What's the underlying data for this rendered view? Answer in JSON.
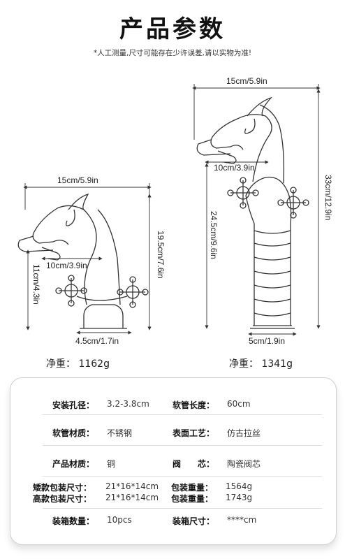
{
  "header": {
    "title": "产品参数",
    "note": "*人工测量,尺寸可能存在少许误差,请以实物为准!"
  },
  "left_faucet": {
    "width_dim": "15cm/5.9in",
    "spout_dim": "10cm/3.9in",
    "height_dim": "19.5cm/7.6in",
    "spout_height_dim": "11cm/4.3in",
    "base_dim": "4.5cm/1.7in",
    "weight_label": "净重：",
    "weight_value": "1162g"
  },
  "right_faucet": {
    "width_dim": "15cm/5.9in",
    "spout_dim": "10cm/3.9in",
    "height_dim": "33cm/12.9in",
    "spout_height_dim": "24.5cm/9.6in",
    "base_dim": "5cm/1.9in",
    "weight_label": "净重：",
    "weight_value": "1341g"
  },
  "specs": [
    {
      "l1": "安装孔径：",
      "v1": "3.2-3.8cm",
      "l2": "软管长度：",
      "v2": "60cm"
    },
    {
      "l1": "软管材质：",
      "v1": "不锈钢",
      "l2": "表面工艺：",
      "v2": "仿古拉丝"
    },
    {
      "l1": "产品材质：",
      "v1": "铜",
      "l2": "阀　　芯：",
      "v2": "陶瓷阀芯"
    },
    {
      "l1": "矮款包装尺寸：",
      "v1": "21*16*14cm",
      "l2": "包装重量：",
      "v2": "1564g",
      "l1b": "高款包装尺寸：",
      "v1b": "21*16*14cm",
      "l2b": "包装重量：",
      "v2b": "1743g"
    },
    {
      "l1": "装箱数量：",
      "v1": "10pcs",
      "l2": "装箱尺寸：",
      "v2": "****cm"
    }
  ]
}
